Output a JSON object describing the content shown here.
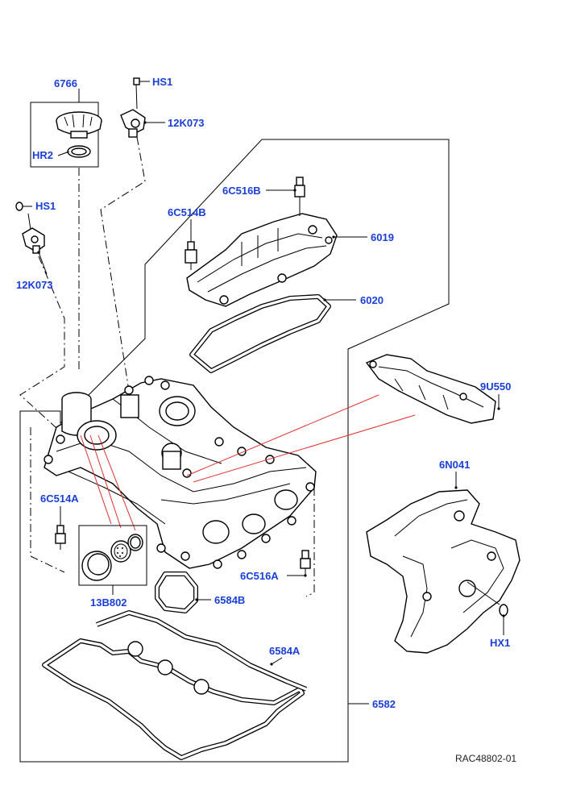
{
  "labels": {
    "p6766": "6766",
    "hr2": "HR2",
    "hs1_top": "HS1",
    "k073_top": "12K073",
    "hs1_left": "HS1",
    "k073_left": "12K073",
    "c516b": "6C516B",
    "c514b": "6C514B",
    "p6019": "6019",
    "p6020": "6020",
    "u550": "9U550",
    "n041": "6N041",
    "c514a": "6C514A",
    "c516a": "6C516A",
    "b802": "13B802",
    "p6584b": "6584B",
    "p6584a": "6584A",
    "p6582": "6582",
    "hx1": "HX1"
  },
  "reference_code": "RAC48802-01",
  "colors": {
    "label": "#1a3fd8",
    "line": "#000000",
    "leader_red": "#e03030"
  }
}
